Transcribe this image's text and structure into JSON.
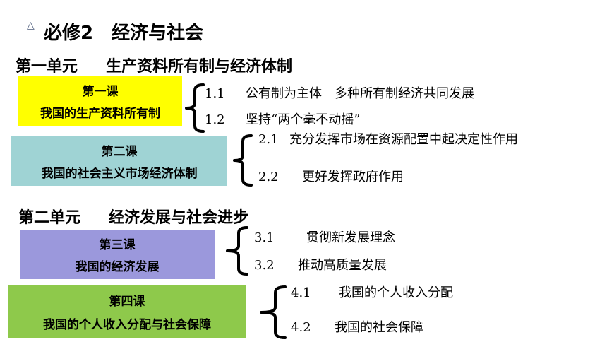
{
  "title": "必修2　经济与社会",
  "units": [
    {
      "label": "第一单元",
      "name": "生产资料所有制与经济体制",
      "lessons": [
        {
          "heading": "第一课",
          "name": "我国的生产资料所有制",
          "color": "#ffff00",
          "sections": [
            {
              "number": "1.1",
              "text": "公有制为主体　多种所有制经济共同发展"
            },
            {
              "number": "1.2",
              "text": "坚持“两个毫不动摇”"
            }
          ]
        },
        {
          "heading": "第二课",
          "name": "我国的社会主义市场经济体制",
          "color": "#9fd3d4",
          "sections": [
            {
              "number": "2.1",
              "text": "充分发挥市场在资源配置中起决定性作用"
            },
            {
              "number": "2.2",
              "text": "更好发挥政府作用"
            }
          ]
        }
      ]
    },
    {
      "label": "第二单元",
      "name": "经济发展与社会进步",
      "lessons": [
        {
          "heading": "第三课",
          "name": "我国的经济发展",
          "color": "#9b98dc",
          "sections": [
            {
              "number": "3.1",
              "text": "贯彻新发展理念"
            },
            {
              "number": "3.2",
              "text": "推动高质量发展"
            }
          ]
        },
        {
          "heading": "第四课",
          "name": "我国的个人收入分配与社会保障",
          "color": "#8ec94b",
          "sections": [
            {
              "number": "4.1",
              "text": "我国的个人收入分配"
            },
            {
              "number": "4.2",
              "text": "我国的社会保障"
            }
          ]
        }
      ]
    }
  ]
}
